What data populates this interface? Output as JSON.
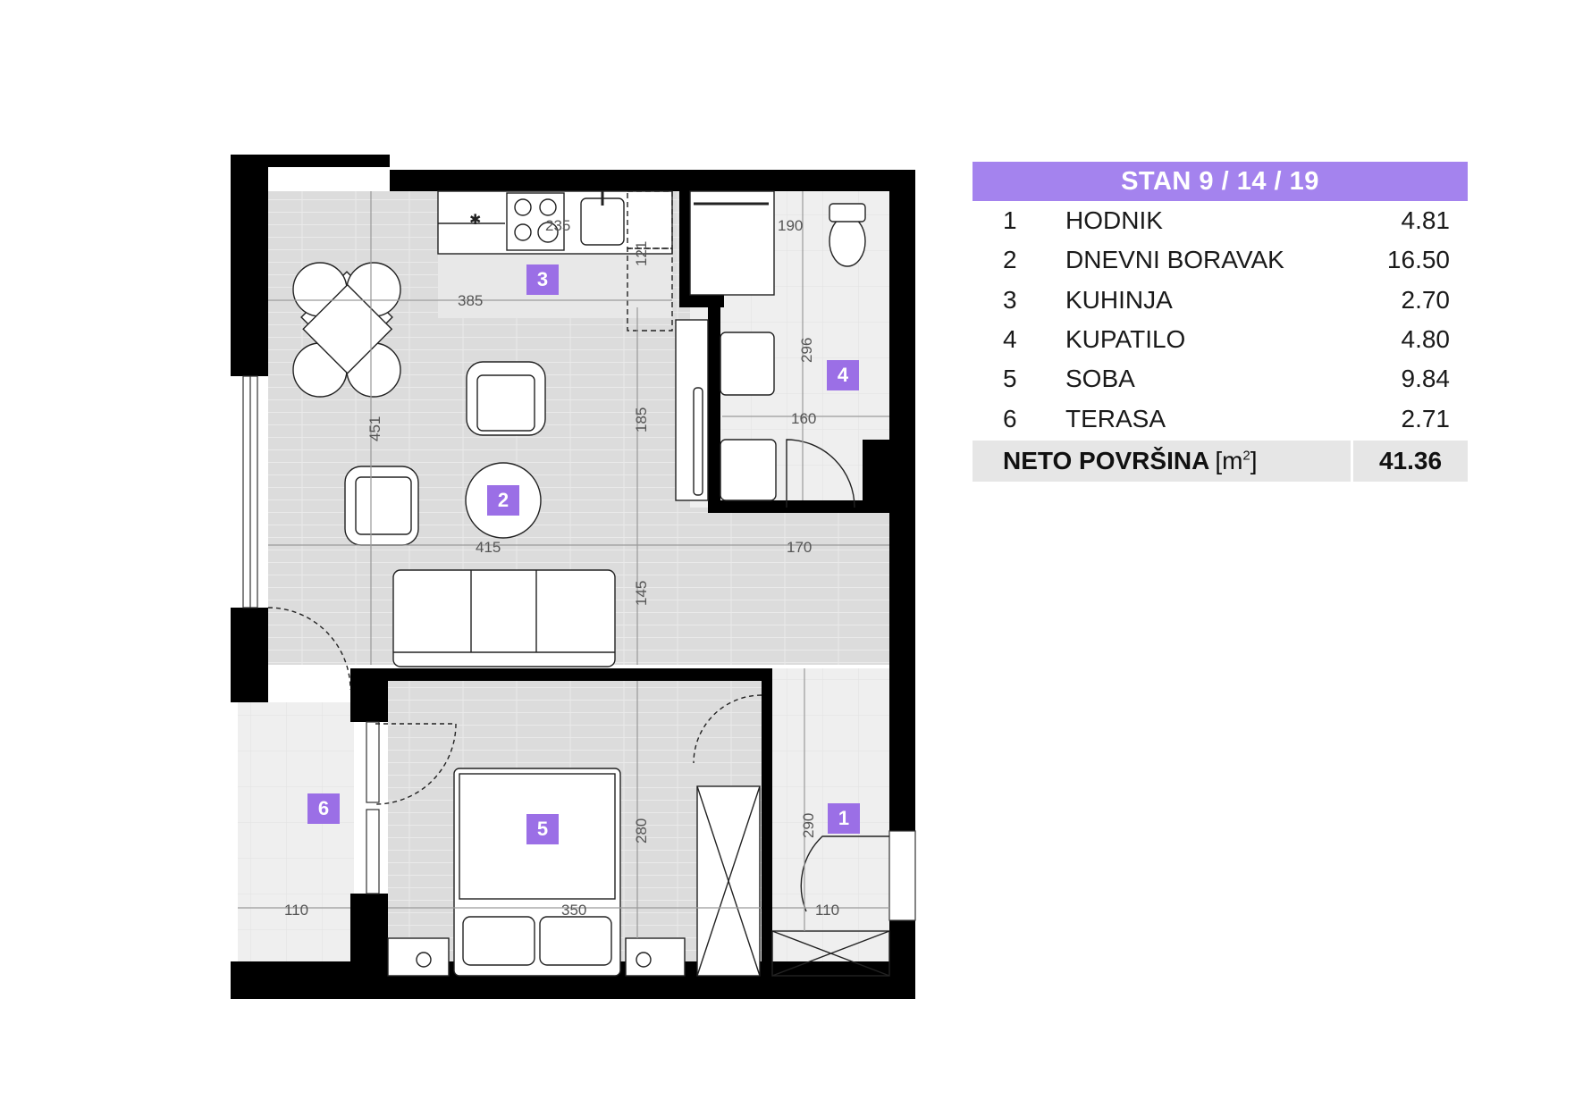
{
  "legend": {
    "title": "STAN 9 / 14 / 19",
    "rows": [
      {
        "num": "1",
        "name": "HODNIK",
        "area": "4.81"
      },
      {
        "num": "2",
        "name": "DNEVNI BORAVAK",
        "area": "16.50"
      },
      {
        "num": "3",
        "name": "KUHINJA",
        "area": "2.70"
      },
      {
        "num": "4",
        "name": "KUPATILO",
        "area": "4.80"
      },
      {
        "num": "5",
        "name": "SOBA",
        "area": "9.84"
      },
      {
        "num": "6",
        "name": "TERASA",
        "area": "2.71"
      }
    ],
    "total_label": "NETO POVRŠINA",
    "total_unit": "[m",
    "total_unit_sup": "2",
    "total_unit_close": "]",
    "total_value": "41.36"
  },
  "plan": {
    "room_badges": [
      "1",
      "2",
      "3",
      "4",
      "5",
      "6"
    ],
    "dimensions": {
      "d385": "385",
      "d235": "235",
      "d121": "121",
      "d190": "190",
      "d296": "296",
      "d160": "160",
      "d451": "451",
      "d185": "185",
      "d415": "415",
      "d170": "170",
      "d145": "145",
      "d280": "280",
      "d290": "290",
      "d350": "350",
      "d110a": "110",
      "d110b": "110"
    }
  },
  "colors": {
    "accent": "#a483ee",
    "badge": "#9b6fe6",
    "wall": "#000000",
    "floor_wood": "#dcdcdc",
    "floor_tile": "#efefef",
    "total_bg": "#e6e6e6"
  }
}
